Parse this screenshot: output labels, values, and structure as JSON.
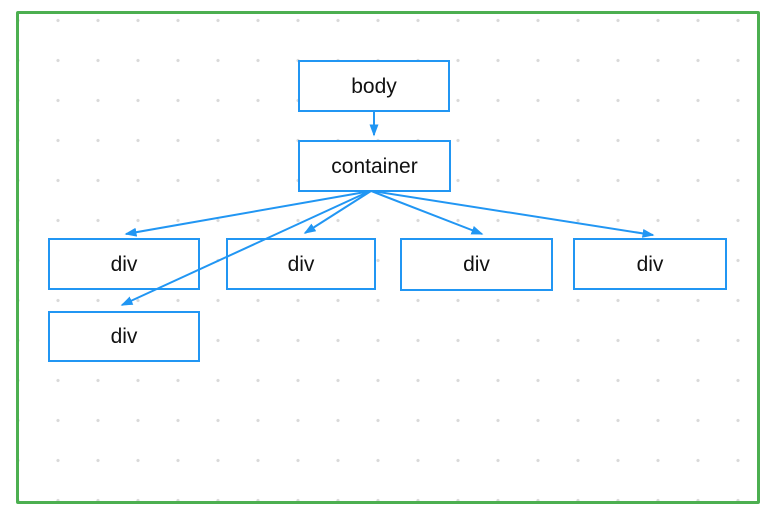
{
  "canvas": {
    "frame_color": "#4CAF50",
    "background_color": "#FFFFFF",
    "grid_dot_color": "#D9D9D9",
    "accent_color": "#2196F3",
    "text_color": "#111111"
  },
  "diagram": {
    "type": "tree",
    "nodes": [
      {
        "id": "body",
        "label": "body"
      },
      {
        "id": "container",
        "label": "container"
      },
      {
        "id": "div-1",
        "label": "div"
      },
      {
        "id": "div-2",
        "label": "div"
      },
      {
        "id": "div-3",
        "label": "div"
      },
      {
        "id": "div-4",
        "label": "div"
      },
      {
        "id": "div-5",
        "label": "div"
      }
    ],
    "edges": [
      {
        "from": "body",
        "to": "container"
      },
      {
        "from": "container",
        "to": "div-1"
      },
      {
        "from": "container",
        "to": "div-2"
      },
      {
        "from": "container",
        "to": "div-3"
      },
      {
        "from": "container",
        "to": "div-4"
      },
      {
        "from": "container",
        "to": "div-5"
      }
    ]
  }
}
